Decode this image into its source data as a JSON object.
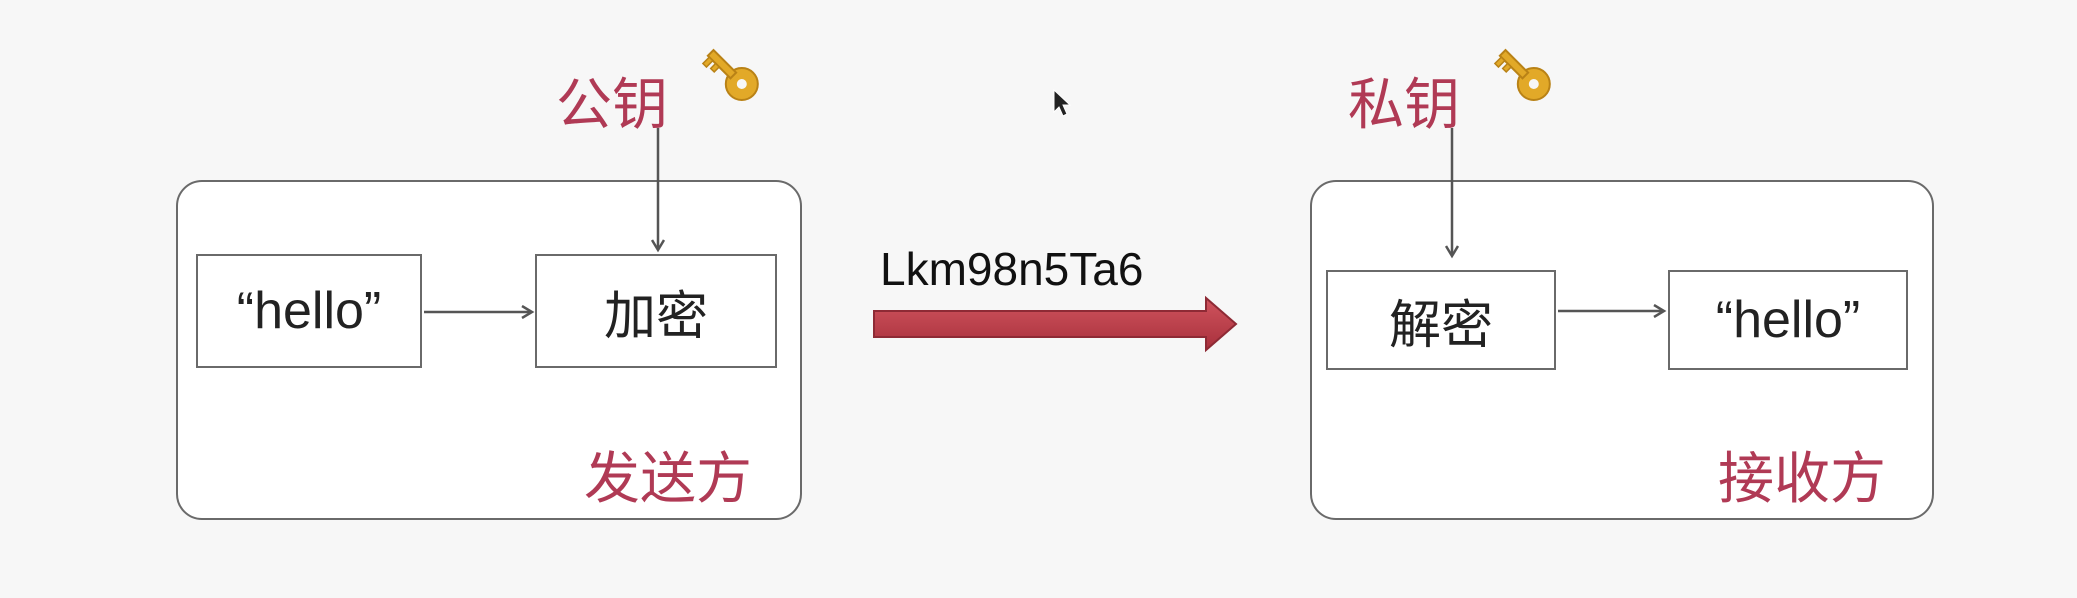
{
  "sender": {
    "key_label": "公钥",
    "plaintext": "“hello”",
    "operation": "加密",
    "role_label": "发送方"
  },
  "transfer": {
    "ciphertext": "Lkm98n5Ta6"
  },
  "receiver": {
    "key_label": "私钥",
    "operation": "解密",
    "plaintext": "“hello”",
    "role_label": "接收方"
  },
  "colors": {
    "accent": "#b03a55",
    "arrow_fill": "#c0424e",
    "key_gold": "#e2a928",
    "border": "#6a6a6a"
  },
  "icons": {
    "key": "key-icon",
    "cursor": "mouse-cursor-icon"
  }
}
